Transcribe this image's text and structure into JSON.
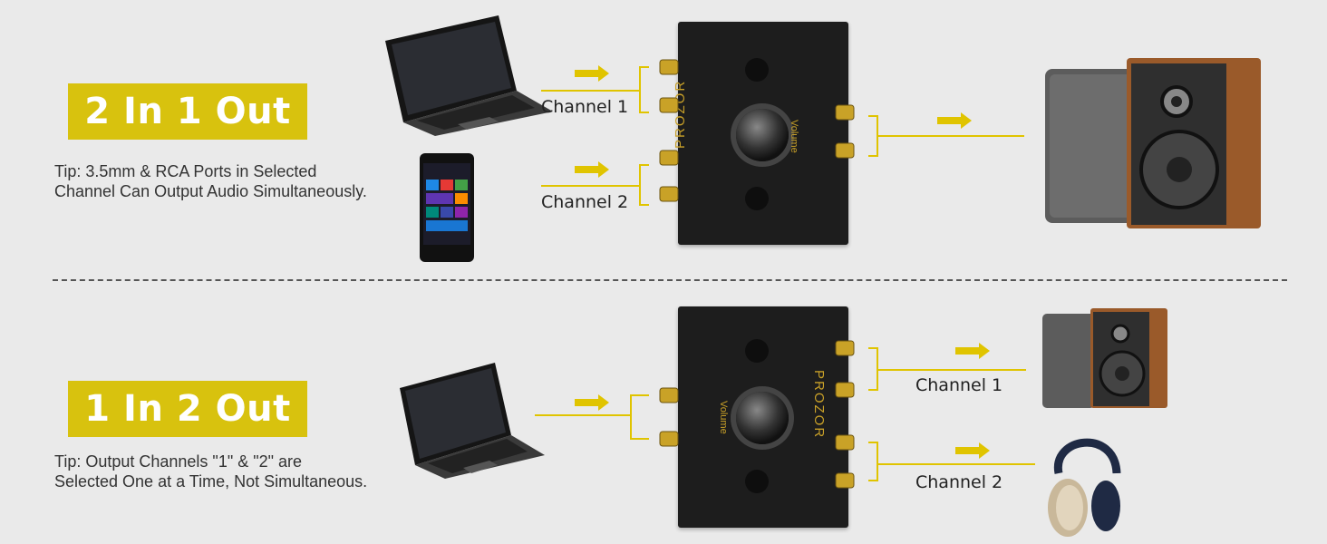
{
  "top": {
    "badge": "2 In 1 Out",
    "tip_line1": "Tip: 3.5mm & RCA Ports in Selected",
    "tip_line2": "Channel Can Output Audio Simultaneously.",
    "channel1": "Channel 1",
    "channel2": "Channel 2",
    "device_brand": "PROZOR",
    "knob_label": "Volume"
  },
  "bottom": {
    "badge": "1 In 2 Out",
    "tip_line1": "Tip: Output Channels \"1\" & \"2\" are",
    "tip_line2": "Selected One at a Time, Not Simultaneous.",
    "channel1": "Channel 1",
    "channel2": "Channel 2",
    "device_brand": "PROZOR",
    "knob_label": "Volume"
  },
  "colors": {
    "accent": "#d8c20e",
    "line": "#e0c400",
    "device": "#1d1d1d"
  }
}
